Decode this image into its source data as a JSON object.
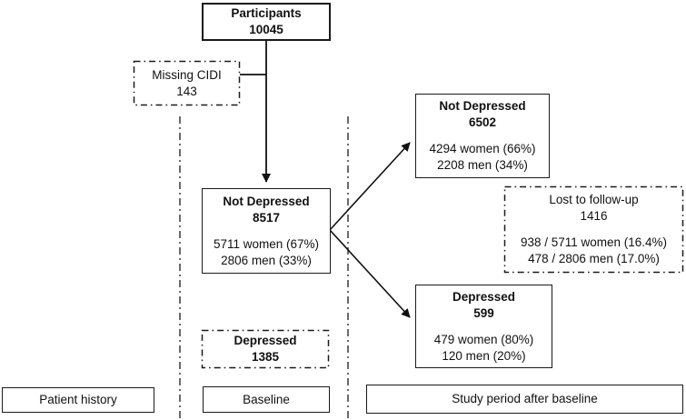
{
  "diagram": {
    "title_hint": "Participant flow chart",
    "colors": {
      "background": "#ffffff",
      "line": "#1a1a1a",
      "text": "#111111"
    },
    "nodes": {
      "participants": {
        "title": "Participants",
        "value": "10045"
      },
      "missing_cidi": {
        "title": "Missing CIDI",
        "value": "143"
      },
      "not_depressed_baseline": {
        "title": "Not Depressed",
        "value": "8517",
        "detail1": "5711 women (67%)",
        "detail2": "2806 men (33%)"
      },
      "not_depressed_followup": {
        "title": "Not Depressed",
        "value": "6502",
        "detail1": "4294 women (66%)",
        "detail2": "2208 men (34%)"
      },
      "lost_to_followup": {
        "title": "Lost to follow-up",
        "value": "1416",
        "detail1": "938 / 5711 women (16.4%)",
        "detail2": "478 / 2806 men (17.0%)"
      },
      "depressed_followup": {
        "title": "Depressed",
        "value": "599",
        "detail1": "479 women (80%)",
        "detail2": "120 men (20%)"
      },
      "depressed_baseline": {
        "title": "Depressed",
        "value": "1385"
      }
    },
    "lanes": {
      "patient_history": "Patient history",
      "baseline": "Baseline",
      "study_period": "Study period after baseline"
    }
  }
}
